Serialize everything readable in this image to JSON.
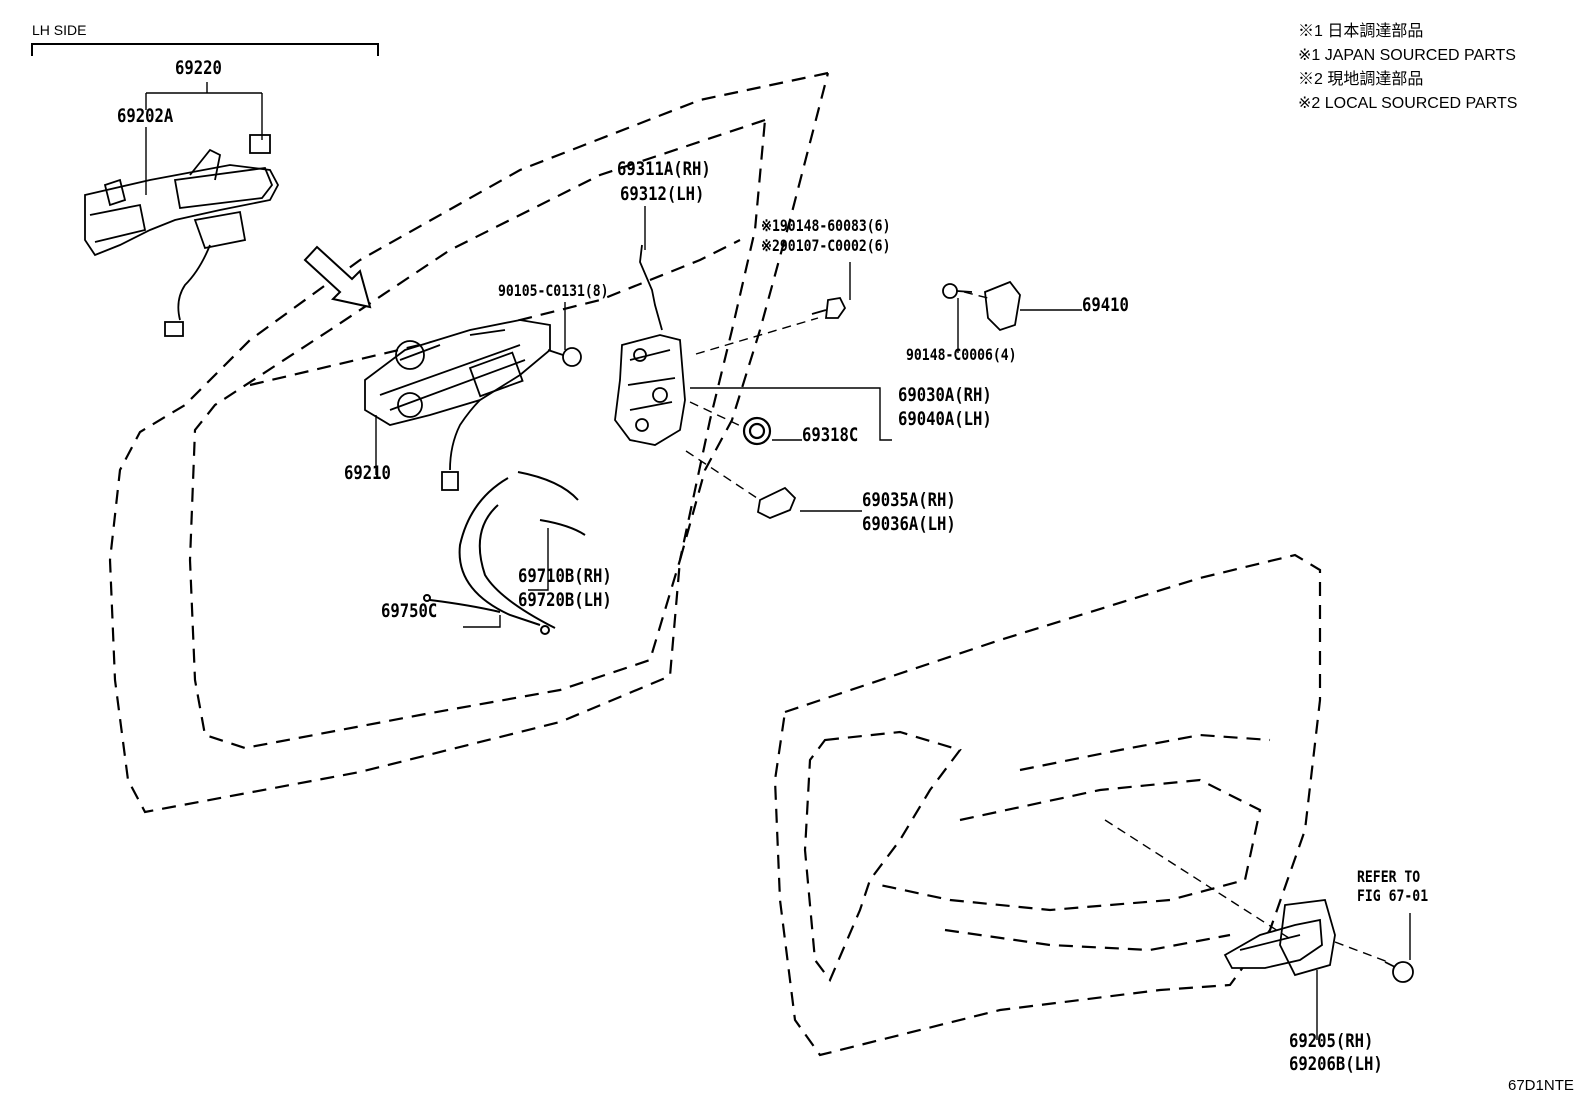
{
  "header": {
    "side_label": "LH SIDE"
  },
  "legend": [
    "※1 日本調達部品",
    "※1 JAPAN SOURCED PARTS",
    "※2 現地調達部品",
    "※2 LOCAL SOURCED PARTS"
  ],
  "parts": {
    "p69220": "69220",
    "p69202a": "69202A",
    "p69210": "69210",
    "p69311a": "69311A(RH)",
    "p69312": "69312(LH)",
    "p90105": "90105-C0131(8)",
    "p190148": "※190148-60083(6)",
    "p290107": "※290107-C0002(6)",
    "p69410": "69410",
    "p90148": "90148-C0006(4)",
    "p69030a": "69030A(RH)",
    "p69040a": "69040A(LH)",
    "p69318c": "69318C",
    "p69035a": "69035A(RH)",
    "p69036a": "69036A(LH)",
    "p69710b": "69710B(RH)",
    "p69720b": "69720B(LH)",
    "p69750c": "69750C",
    "refer_line1": "REFER TO",
    "refer_line2": "FIG 67-01",
    "p69205": "69205(RH)",
    "p69206b": "69206B(LH)"
  },
  "figure_code": "67D1NTE"
}
